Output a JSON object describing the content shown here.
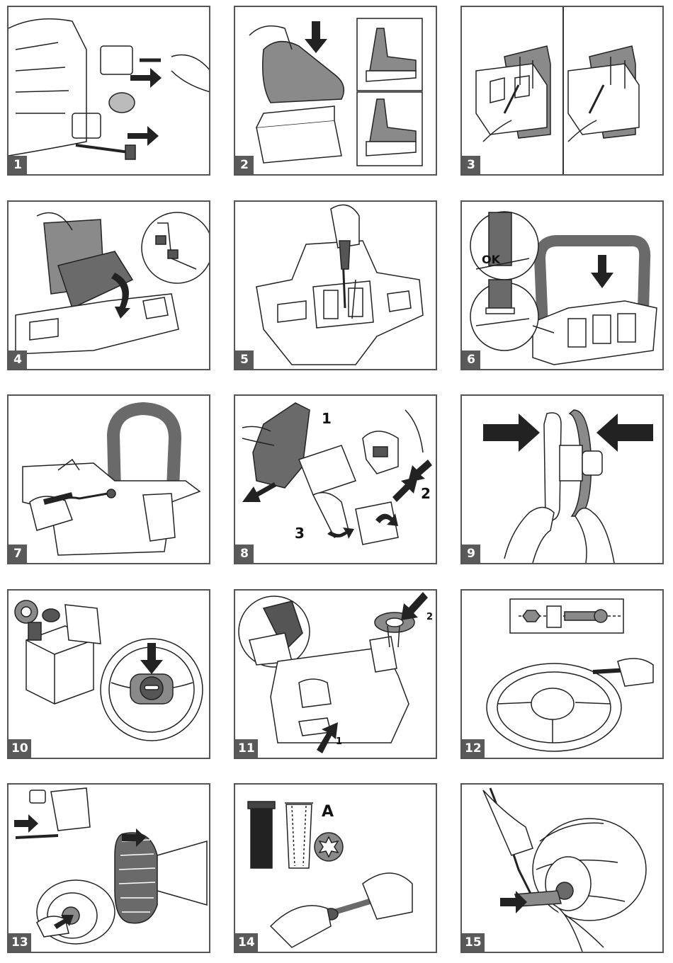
{
  "steps": [
    {
      "number": "1"
    },
    {
      "number": "2"
    },
    {
      "number": "3"
    },
    {
      "number": "4"
    },
    {
      "number": "5"
    },
    {
      "number": "6",
      "ok_label": "OK"
    },
    {
      "number": "7"
    },
    {
      "number": "8",
      "callouts": [
        "1",
        "2",
        "3"
      ]
    },
    {
      "number": "9"
    },
    {
      "number": "10"
    },
    {
      "number": "11",
      "callouts": [
        "1",
        "2"
      ]
    },
    {
      "number": "12"
    },
    {
      "number": "13"
    },
    {
      "number": "14",
      "part_label": "A"
    },
    {
      "number": "15"
    }
  ],
  "colors": {
    "border": "#555555",
    "badge": "#5a5a5a",
    "arrow": "#222222",
    "part_gray": "#8a8a8a"
  }
}
